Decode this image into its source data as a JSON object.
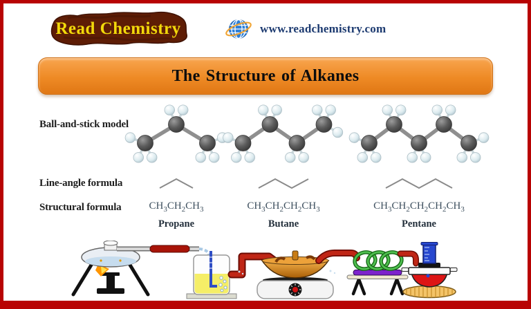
{
  "colors": {
    "frame_border": "#b80303",
    "banner_top": "#f8a54f",
    "banner_bottom": "#e07714",
    "logo_bg": "#5e1d05",
    "logo_text": "#f2d90a",
    "website_text": "#1c3a70",
    "carbon_atom": "#5c5c5c",
    "hydrogen_atom": "#e0edf1",
    "line_formula": "#8a8a8a",
    "formula_text": "#3d4f5e",
    "flame": "#ff9500",
    "collection_liquid": "#f5ee67",
    "dish_copper": "#d98a1c",
    "coil_green": "#2f9b2f",
    "pipe_red": "#c02616"
  },
  "header": {
    "logo_text": "Read Chemistry",
    "website": "www.readchemistry.com",
    "globe_icon": "globe-orbit-icon"
  },
  "banner": {
    "title": "The Structure of  Alkanes"
  },
  "row_labels": {
    "model": "Ball-and-stick model",
    "line": "Line-angle formula",
    "structural": "Structural formula"
  },
  "molecules": [
    {
      "name": "Propane",
      "formula": "CH3CH2CH3",
      "carbons": 3
    },
    {
      "name": "Butane",
      "formula": "CH3CH2CH2CH3",
      "carbons": 4
    },
    {
      "name": "Pentane",
      "formula": "CH3CH2CH2CH2CH3",
      "carbons": 5
    }
  ],
  "illustration": {
    "parts": [
      "flask-on-tripod-with-burner",
      "delivery-tube-with-hot-zone",
      "gas-collection-bottle",
      "evaporating-dish-on-hotplate",
      "coil-condenser-on-stand",
      "collection-dish-with-measuring-cylinder"
    ]
  }
}
